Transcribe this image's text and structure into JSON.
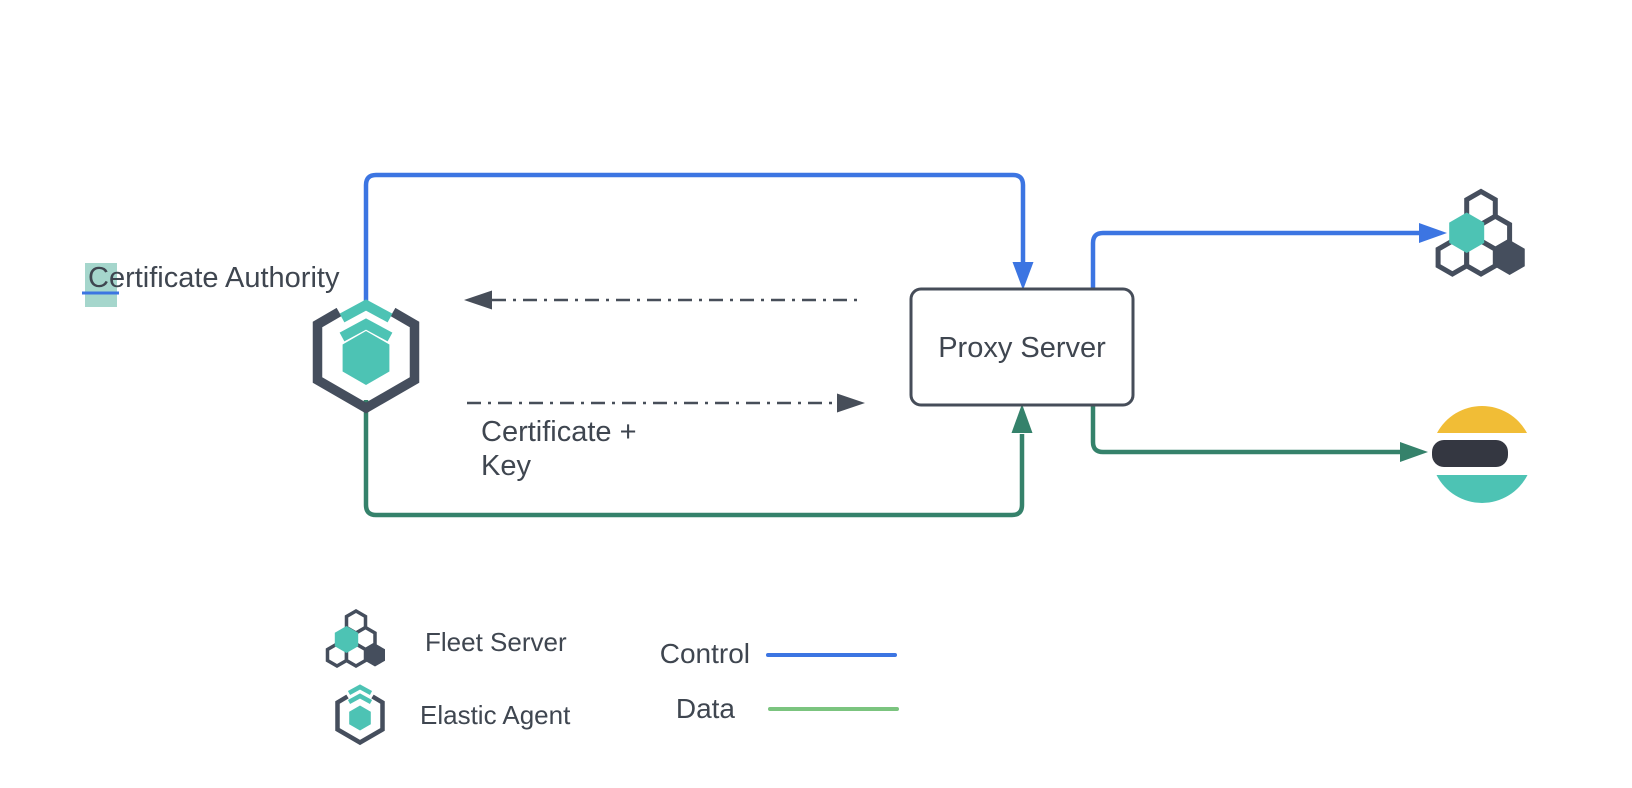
{
  "nodes": {
    "certificate_authority": "Certificate Authority",
    "proxy_server": "Proxy Server",
    "certificate_key_line1": "Certificate +",
    "certificate_key_line2": "Key"
  },
  "legend": {
    "fleet_server": "Fleet Server",
    "elastic_agent": "Elastic Agent",
    "control": "Control",
    "data": "Data"
  },
  "colors": {
    "control_blue": "#3C75E2",
    "data_green": "#35826B",
    "legend_green": "#7BC47F",
    "teal": "#4DC3B4",
    "slate": "#454E5D",
    "ink": "#343741",
    "yellow": "#F1BD36",
    "text_color": "#3F4650",
    "dash_gray": "#474E59",
    "highlight_teal": "#A5D6CC",
    "box_border": "#464D59"
  }
}
